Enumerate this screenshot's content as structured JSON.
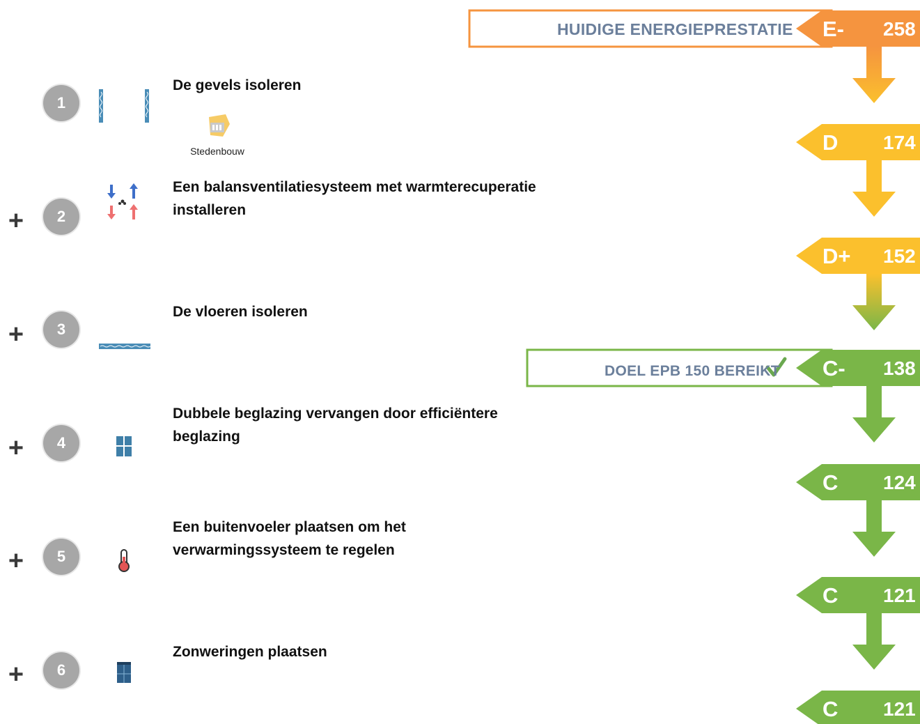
{
  "current": {
    "label": "HUIDIGE ENERGIEPRESTATIE",
    "class": "E-",
    "value": "258",
    "color": "#f5943f"
  },
  "goal": {
    "label": "DOEL EPB 150 BEREIKT",
    "class": "C-",
    "value": "138",
    "color": "#7ab648",
    "check_icon": "checkmark-icon"
  },
  "ladder": [
    {
      "class": "E-",
      "value": "258",
      "color": "#f5943f"
    },
    {
      "class": "D",
      "value": "174",
      "color": "#fbc02d"
    },
    {
      "class": "D+",
      "value": "152",
      "color": "#fbc02d"
    },
    {
      "class": "C-",
      "value": "138",
      "color": "#7ab648"
    },
    {
      "class": "C",
      "value": "124",
      "color": "#7ab648"
    },
    {
      "class": "C",
      "value": "121",
      "color": "#7ab648"
    },
    {
      "class": "C",
      "value": "121",
      "color": "#7ab648"
    }
  ],
  "steps": [
    {
      "number": "1",
      "title": "De gevels isoleren",
      "icon": "wall-insulation-icon",
      "prefix": ""
    },
    {
      "number": "2",
      "title": "Een balansventilatiesysteem met warmterecuperatie installeren",
      "icon": "ventilation-icon",
      "prefix": "+"
    },
    {
      "number": "3",
      "title": "De vloeren isoleren",
      "icon": "floor-insulation-icon",
      "prefix": "+"
    },
    {
      "number": "4",
      "title": "Dubbele beglazing vervangen door efficiëntere beglazing",
      "icon": "window-icon",
      "prefix": "+"
    },
    {
      "number": "5",
      "title": "Een buitenvoeler plaatsen om het verwarmingssysteem te regelen",
      "icon": "thermometer-icon",
      "prefix": "+"
    },
    {
      "number": "6",
      "title": "Zonweringen plaatsen",
      "icon": "sunshade-icon",
      "prefix": "+"
    }
  ],
  "sub_note": {
    "label": "Stedenbouw",
    "icon": "urbanism-icon"
  }
}
